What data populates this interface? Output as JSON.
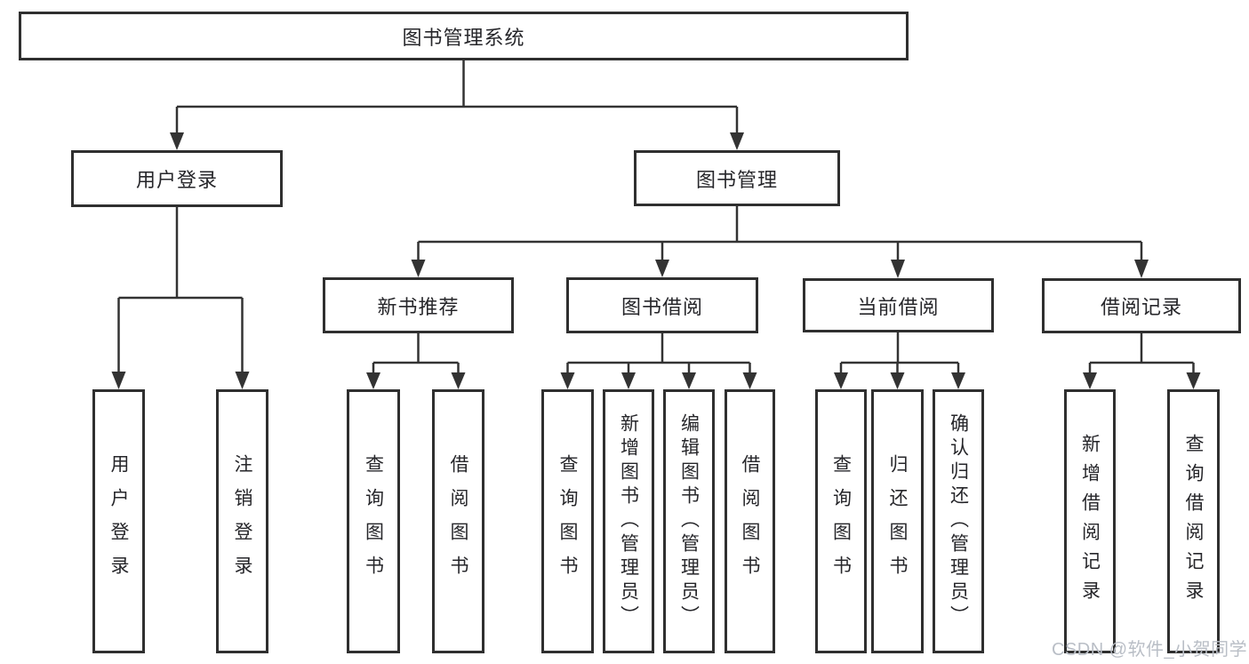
{
  "diagram": {
    "root": {
      "label": "图书管理系统"
    },
    "level2": [
      {
        "label": "用户登录",
        "children": [
          {
            "label": "用户登录"
          },
          {
            "label": "注销登录"
          }
        ]
      },
      {
        "label": "图书管理",
        "children": [
          {
            "label": "新书推荐",
            "children": [
              {
                "label": "查询图书"
              },
              {
                "label": "借阅图书"
              }
            ]
          },
          {
            "label": "图书借阅",
            "children": [
              {
                "label": "查询图书"
              },
              {
                "label": "新增图书（管理员）"
              },
              {
                "label": "编辑图书（管理员）"
              },
              {
                "label": "借阅图书"
              }
            ]
          },
          {
            "label": "当前借阅",
            "children": [
              {
                "label": "查询图书"
              },
              {
                "label": "归还图书"
              },
              {
                "label": "确认归还（管理员）"
              }
            ]
          },
          {
            "label": "借阅记录",
            "children": [
              {
                "label": "新增借阅记录"
              },
              {
                "label": "查询借阅记录"
              }
            ]
          }
        ]
      }
    ]
  },
  "watermark": {
    "text": "CSDN @软件_小贺同学"
  },
  "colors": {
    "line": "#333333",
    "box_border": "#2f2f2f",
    "text": "#26262a",
    "watermark": "#b9bec6",
    "background": "#ffffff"
  }
}
